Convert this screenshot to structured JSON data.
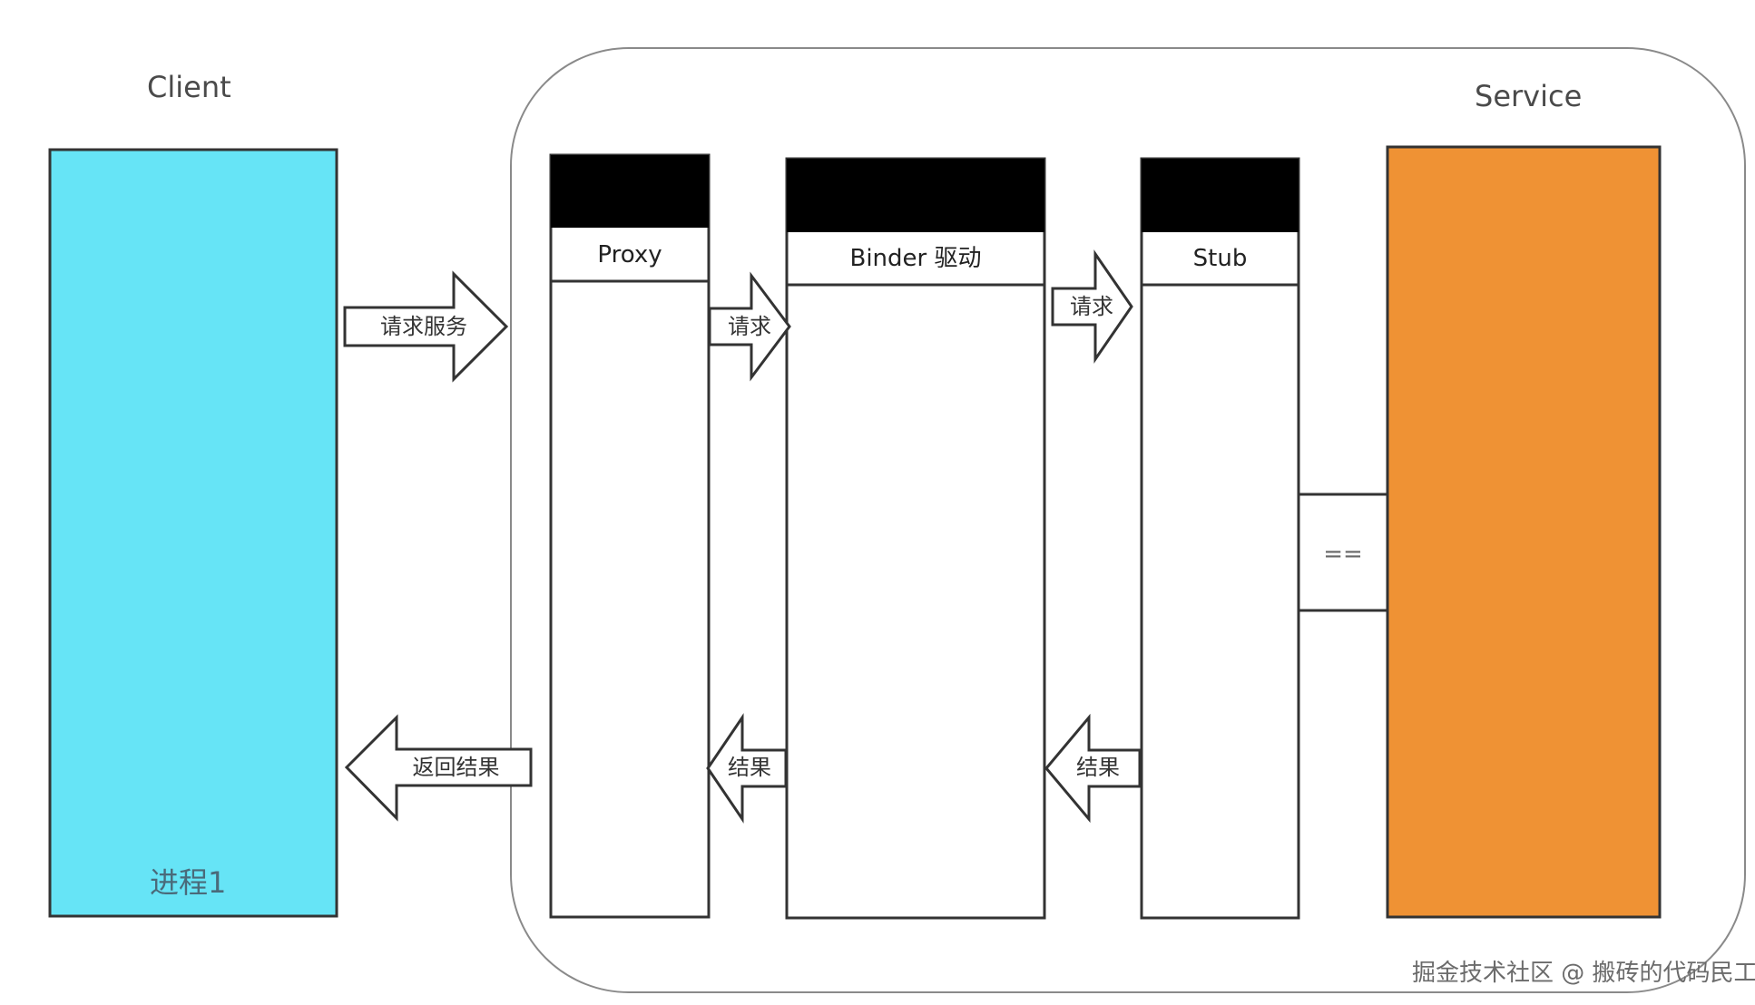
{
  "colors": {
    "client_fill": "#66e4f6",
    "service_fill": "#ef9234",
    "header_fill": "#000000",
    "stroke": "#333333",
    "frame_stroke": "#8a8a8a"
  },
  "labels": {
    "client": "Client",
    "service": "Service",
    "process": "进程1",
    "proxy": "Proxy",
    "binder": "Binder 驱动",
    "stub": "Stub",
    "equals": "==",
    "watermark": "掘金技术社区 @ 搬砖的代码民工"
  },
  "arrows": {
    "request_service": "请求服务",
    "request_proxy_binder": "请求",
    "request_binder_stub": "请求",
    "return_result": "返回结果",
    "result_binder_proxy": "结果",
    "result_stub_binder": "结果"
  }
}
